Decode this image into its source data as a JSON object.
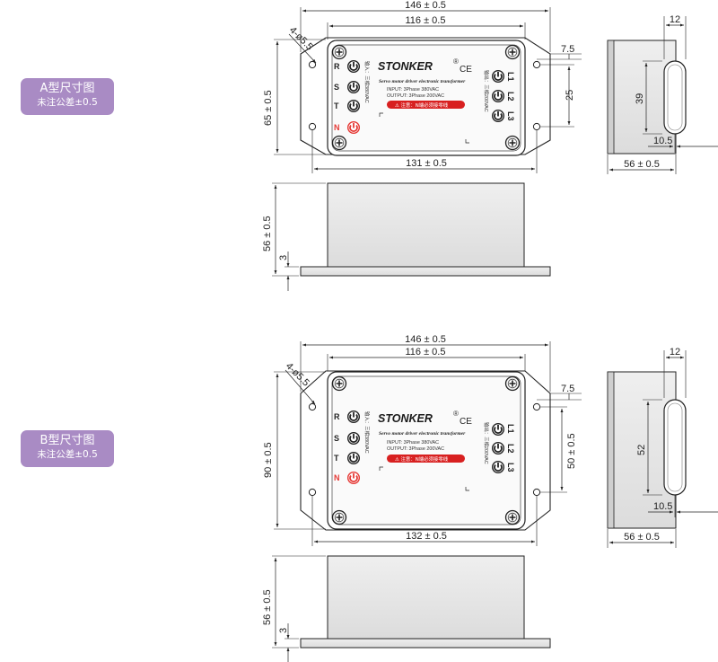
{
  "badges": [
    {
      "title": "A型尺寸图",
      "note": "未注公差±0.5"
    },
    {
      "title": "B型尺寸图",
      "note": "未注公差±0.5"
    }
  ],
  "plate": {
    "brand": "STONKER",
    "reg": "®",
    "ce": "CE",
    "subtitle": "Servo motor driver electronic transformer",
    "input": "INPUT: 3Phase 380VAC",
    "output": "OUTPUT: 3Phase 200VAC",
    "warning": "⚠ 注意：N端必须接零线",
    "left_note": "输入：三相380VAC",
    "right_note": "输出：三相200VAC",
    "in_terms": [
      "R",
      "S",
      "T",
      "N"
    ],
    "out_terms": [
      "L1",
      "L2",
      "L3"
    ]
  },
  "type_a": {
    "width_overall": "146 ± 0.5",
    "width_body": "116 ± 0.5",
    "holes": "4-ø5.5",
    "edge_offset": "7.5",
    "hole_pitch_v": "25",
    "height": "65 ± 0.5",
    "hole_pitch_h": "131 ± 0.5",
    "slot_width": "12",
    "slot_length": "39",
    "slot_offset": "10.5",
    "side_depth": "56 ± 0.5",
    "front_height": "56 ± 0.5",
    "flange": "3"
  },
  "type_b": {
    "width_overall": "146 ± 0.5",
    "width_body": "116 ± 0.5",
    "holes": "4-ø5.5",
    "edge_offset": "7.5",
    "hole_pitch_v": "50 ± 0.5",
    "height": "90 ± 0.5",
    "hole_pitch_h": "132 ± 0.5",
    "slot_width": "12",
    "slot_length": "52",
    "slot_offset": "10.5",
    "side_depth": "56 ± 0.5",
    "front_height": "56 ± 0.5",
    "flange": "3"
  },
  "colors": {
    "badge": "#a98bc4",
    "terminal": "#e53935",
    "warning": "#d82020",
    "body": "#e4e4e4",
    "shadow": "#cfcfcf"
  }
}
